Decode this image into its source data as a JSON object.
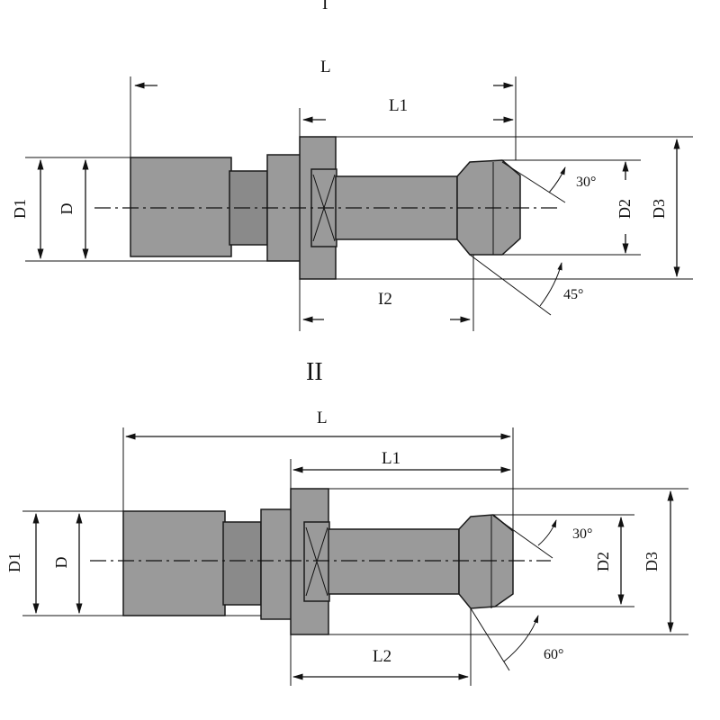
{
  "views": {
    "top": {
      "label": "I",
      "dims": {
        "L": "L",
        "L1": "L1",
        "L2": "I2",
        "D1": "D1",
        "D": "D",
        "D2": "D2",
        "D3": "D3",
        "angle_top": "30°",
        "angle_bottom": "45°"
      }
    },
    "bottom": {
      "label": "II",
      "dims": {
        "L": "L",
        "L1": "L1",
        "L2": "L2",
        "D1": "D1",
        "D": "D",
        "D2": "D2",
        "D3": "D3",
        "angle_top": "30°",
        "angle_bottom": "60°"
      }
    }
  }
}
